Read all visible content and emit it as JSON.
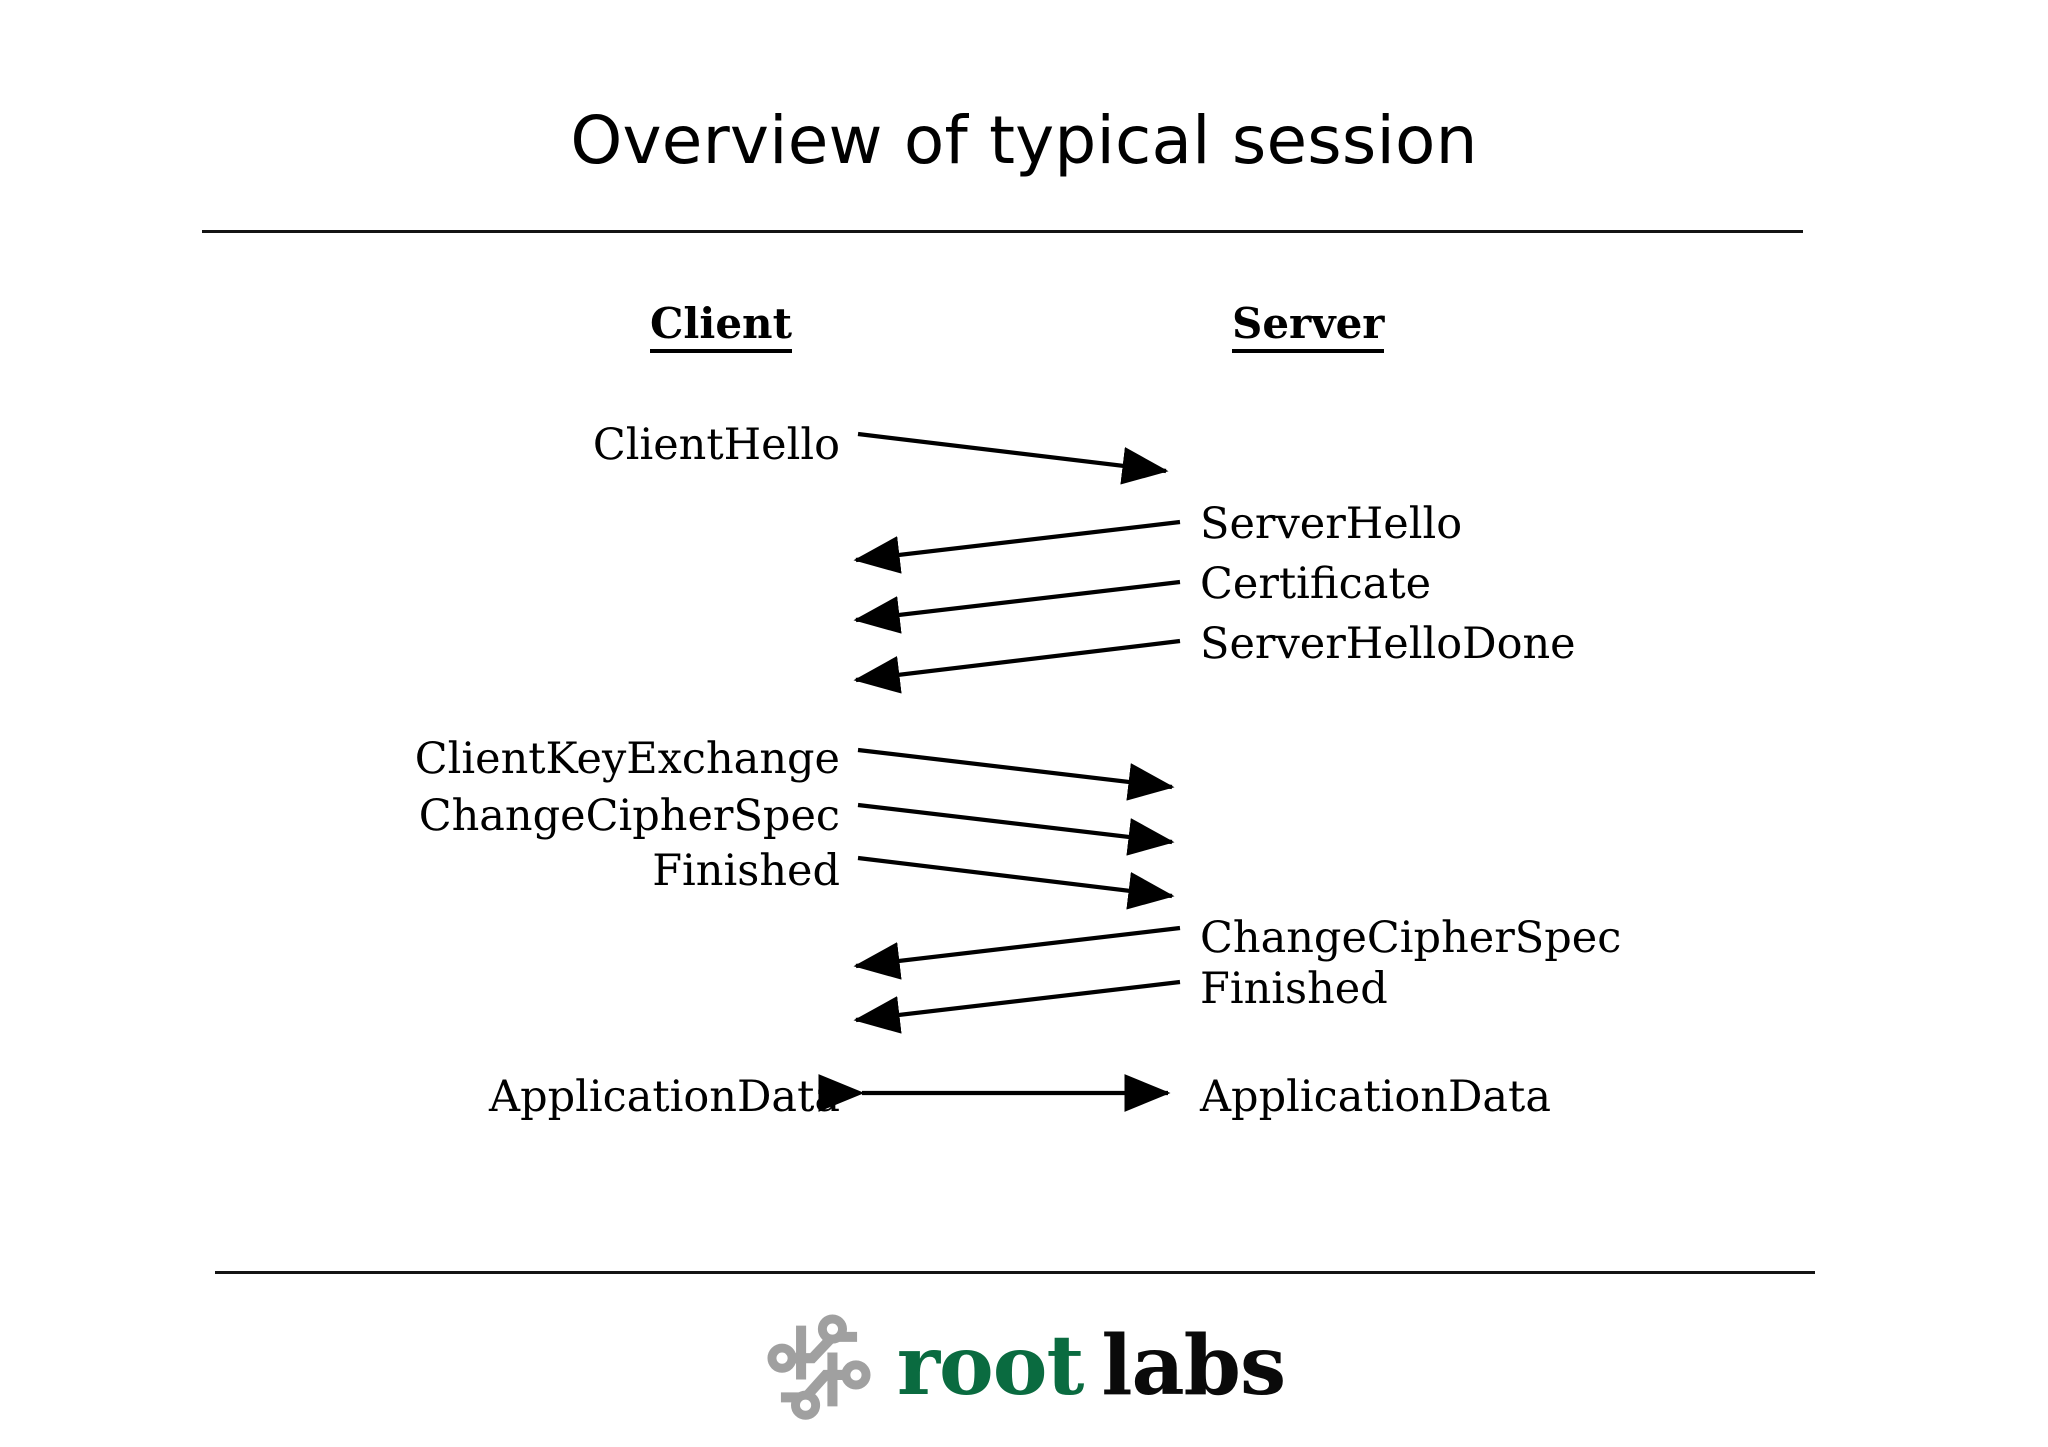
{
  "slide": {
    "title": "Overview of typical session",
    "background": "#ffffff"
  },
  "diagram": {
    "type": "sequence-diagram",
    "columns": {
      "client": "Client",
      "server": "Server"
    },
    "messages": [
      {
        "label": "ClientHello",
        "direction": "client-to-server",
        "side": "client"
      },
      {
        "label": "ServerHello",
        "direction": "server-to-client",
        "side": "server"
      },
      {
        "label": "Certificate",
        "direction": "server-to-client",
        "side": "server"
      },
      {
        "label": "ServerHelloDone",
        "direction": "server-to-client",
        "side": "server"
      },
      {
        "label": "ClientKeyExchange",
        "direction": "client-to-server",
        "side": "client"
      },
      {
        "label": "ChangeCipherSpec",
        "direction": "client-to-server",
        "side": "client"
      },
      {
        "label": "Finished",
        "direction": "client-to-server",
        "side": "client"
      },
      {
        "label": "ChangeCipherSpec",
        "direction": "server-to-client",
        "side": "server"
      },
      {
        "label": "Finished",
        "direction": "server-to-client",
        "side": "server"
      },
      {
        "label": "ApplicationData",
        "direction": "bidirectional",
        "side": "client"
      },
      {
        "label": "ApplicationData",
        "direction": "bidirectional",
        "side": "server"
      }
    ]
  },
  "footer": {
    "logo": {
      "mark": "circuit-node-logo-icon",
      "word_root": "root",
      "word_labs": "labs",
      "color_root": "#0a6b40",
      "color_labs": "#0a0a0a",
      "color_mark": "#a0a0a0"
    }
  },
  "colors": {
    "text": "#000000",
    "rule": "#141414",
    "arrow": "#000000"
  }
}
